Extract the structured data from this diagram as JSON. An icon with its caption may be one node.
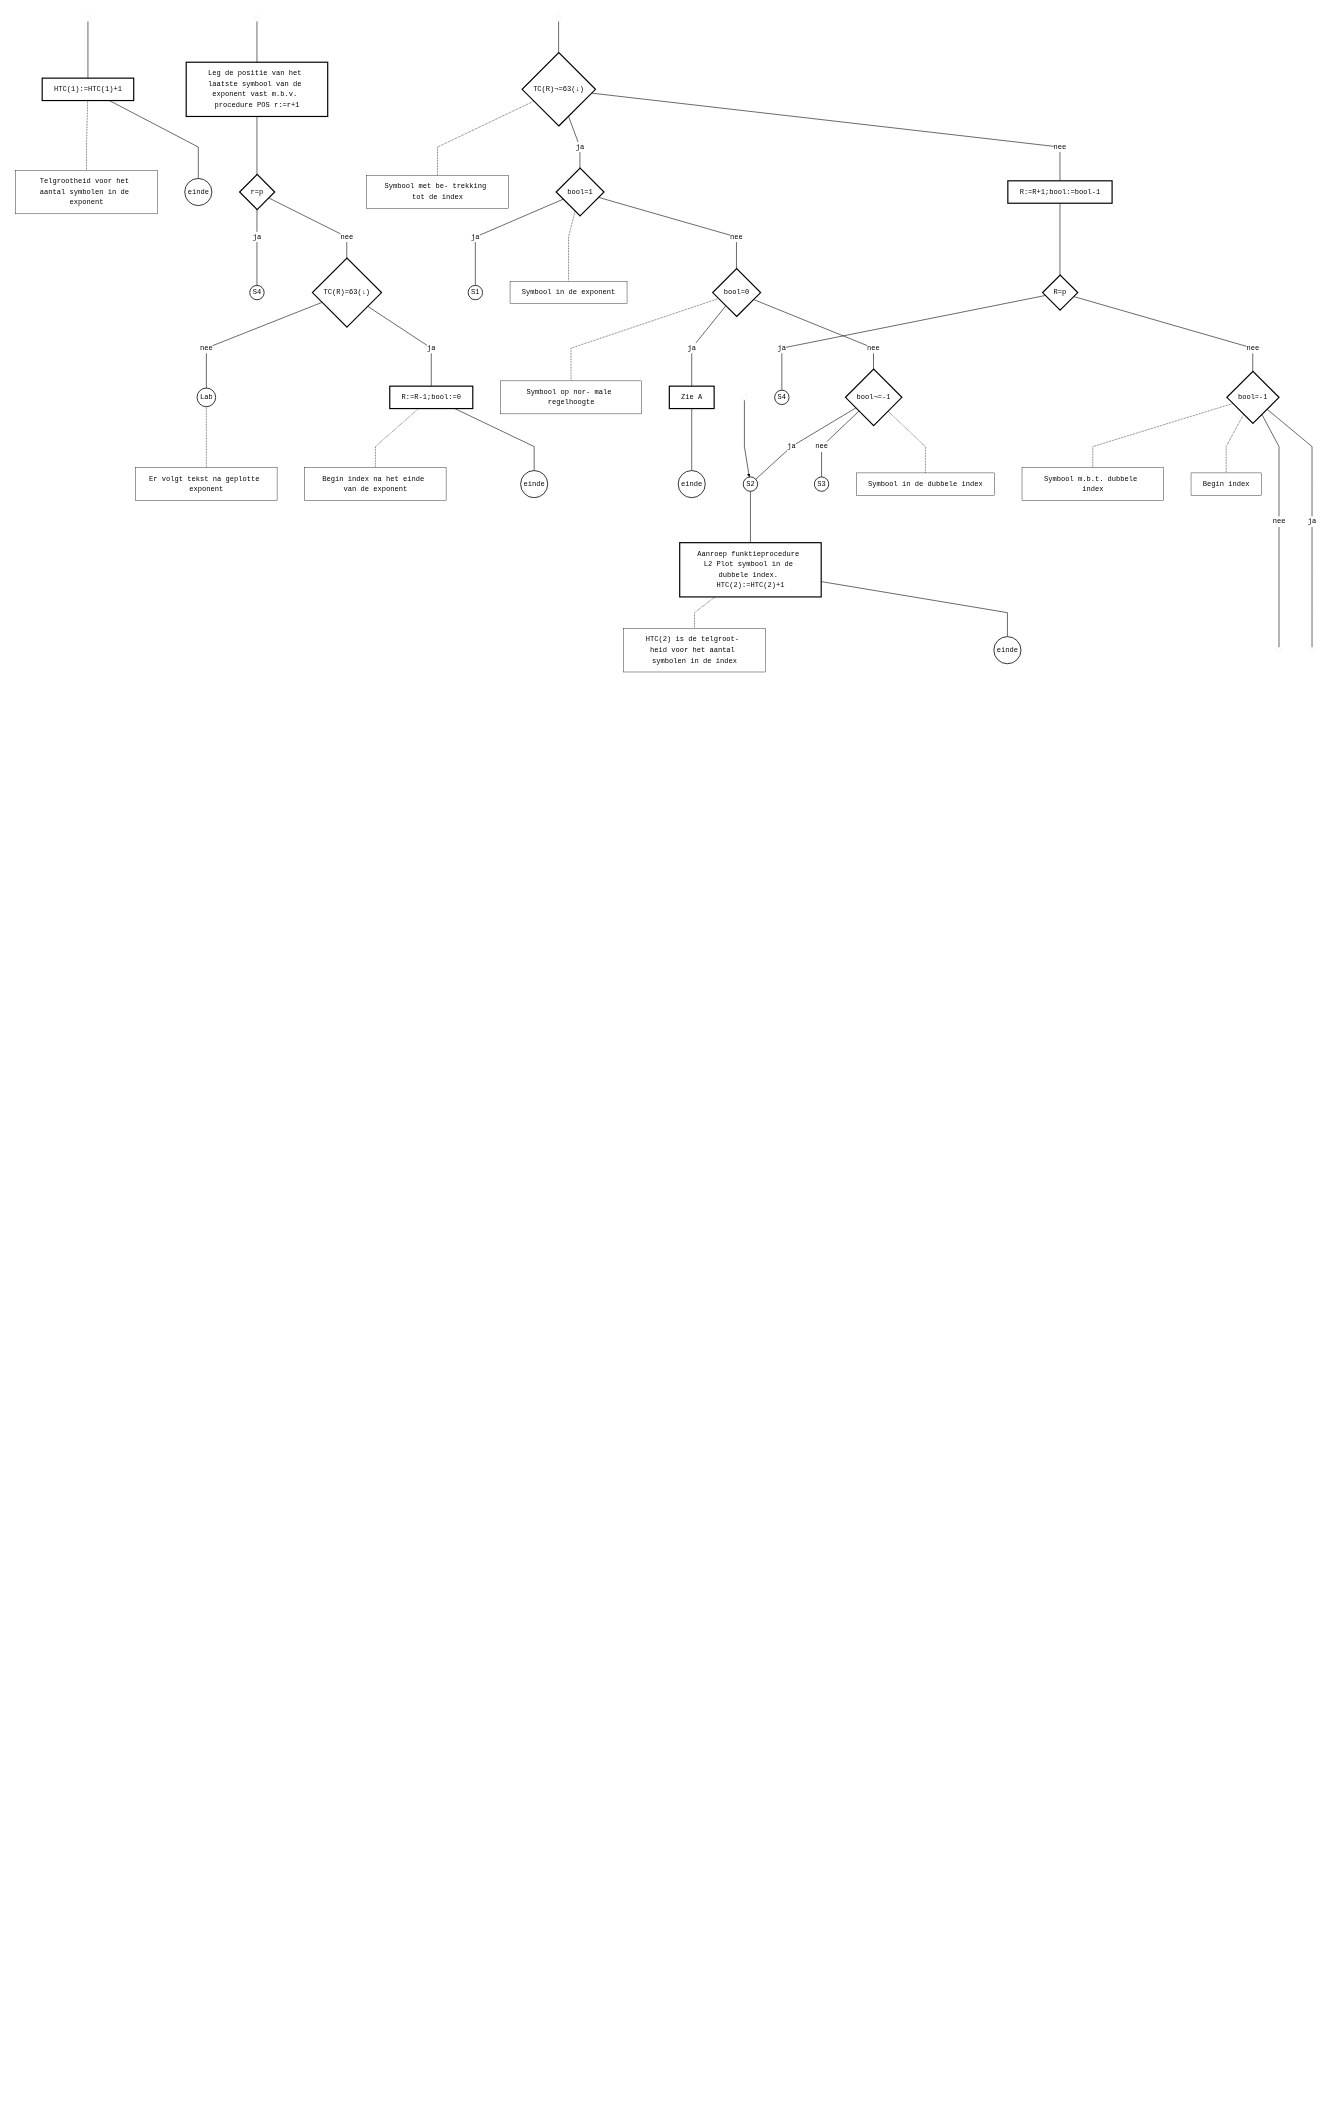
{
  "diagram": {
    "nodes": [
      {
        "text": [
          "HTC(1):=HTC(1)+1"
        ]
      },
      {
        "text": [
          "Telgrootheid voor het aantal symbolen in de exponent"
        ]
      },
      {
        "text": [
          "einde"
        ]
      },
      {
        "text": [
          "Leg de positie van het laatste symbool van de exponent vast m.b.v. procedure POS r:=r+1"
        ]
      },
      {
        "text": [
          "r=p"
        ]
      },
      {
        "text": [
          "S4"
        ]
      },
      {
        "text": [
          "Er volgt tekst na geplotte exponent"
        ]
      },
      {
        "text": [
          "TC(R)=63(↓)"
        ]
      },
      {
        "text": [
          "Lab"
        ]
      },
      {
        "text": [
          "Begin index na het einde van de exponent"
        ]
      },
      {
        "text": [
          "R:=R-1;bool:=0"
        ]
      },
      {
        "text": [
          "S1"
        ]
      },
      {
        "text": [
          "TC(R)¬=63(↓)"
        ]
      },
      {
        "text": [
          "Symbool met be- trekking tot de index"
        ]
      },
      {
        "text": [
          "einde"
        ]
      },
      {
        "text": [
          "bool=1"
        ]
      },
      {
        "text": [
          "Symbool in de exponent"
        ]
      },
      {
        "text": [
          "bool=0"
        ]
      },
      {
        "text": [
          "Symbool op nor- male regelhoogte"
        ]
      },
      {
        "text": [
          "Zie A"
        ]
      },
      {
        "text": [
          "bool¬=-1"
        ]
      },
      {
        "text": [
          "einde"
        ]
      },
      {
        "text": [
          "S2"
        ]
      },
      {
        "text": [
          "S3"
        ]
      },
      {
        "text": [
          "Symbool in de dubbele index"
        ]
      },
      {
        "text": [
          "Aanroep funktieprocedure L2 Plot symbool in de dubbele index. HTC(2):=HTC(2)+1"
        ]
      },
      {
        "text": [
          "HTC(2) is de telgroot- heid voor het aantal symbolen in de index"
        ]
      },
      {
        "text": [
          "R:=R+1;bool:=bool-1"
        ]
      },
      {
        "text": [
          "einde"
        ]
      },
      {
        "text": [
          "R=p"
        ]
      },
      {
        "text": [
          "Symbool m.b.t. dubbele index"
        ]
      },
      {
        "text": [
          "S4"
        ]
      },
      {
        "text": [
          "bool=-1"
        ]
      },
      {
        "text": [
          "Begin index"
        ]
      }
    ],
    "edges": [
      {
        "from": null,
        "to": 0,
        "arrow": "none"
      },
      {
        "from": 0,
        "to": 1,
        "arrow": "none",
        "style": "dashed"
      },
      {
        "from": 0,
        "to": 2,
        "arrow": "none"
      },
      {
        "from": null,
        "to": 3,
        "arrow": "none"
      },
      {
        "from": 3,
        "to": 4,
        "arrow": "none"
      },
      {
        "from": 4,
        "to": 7,
        "arrow": "none",
        "label": "nee"
      },
      {
        "from": 4,
        "to": 5,
        "arrow": "none",
        "label": "ja"
      },
      {
        "from": 7,
        "to": 8,
        "arrow": "none",
        "label": "nee"
      },
      {
        "from": 8,
        "to": 6,
        "arrow": "none",
        "style": "dashed"
      },
      {
        "from": 7,
        "to": 10,
        "arrow": "none",
        "label": "ja"
      },
      {
        "from": 10,
        "to": 9,
        "arrow": "none",
        "style": "dashed"
      },
      {
        "from": null,
        "to": 12,
        "arrow": "none"
      },
      {
        "from": 10,
        "to": 14,
        "arrow": "none"
      },
      {
        "from": 12,
        "to": 15,
        "arrow": "none",
        "label": "ja"
      },
      {
        "from": 12,
        "to": 27,
        "arrow": "none",
        "label": "nee"
      },
      {
        "from": 12,
        "to": 13,
        "arrow": "none",
        "style": "dashed"
      },
      {
        "from": 15,
        "to": 17,
        "arrow": "none",
        "label": "nee"
      },
      {
        "from": 15,
        "to": 11,
        "arrow": "none",
        "label": "ja"
      },
      {
        "from": 15,
        "to": 16,
        "arrow": "none",
        "style": "dashed"
      },
      {
        "from": 17,
        "to": 19,
        "arrow": "none",
        "label": "ja"
      },
      {
        "from": 17,
        "to": 20,
        "arrow": "none",
        "label": "nee"
      },
      {
        "from": 17,
        "to": 18,
        "arrow": "none",
        "style": "dashed"
      },
      {
        "from": 19,
        "to": 21,
        "arrow": "none"
      },
      {
        "from": 20,
        "to": 22,
        "arrow": "none",
        "label": "ja"
      },
      {
        "from": 20,
        "to": 23,
        "arrow": "none",
        "label": "nee"
      },
      {
        "from": 20,
        "to": 24,
        "arrow": "none",
        "style": "dashed"
      },
      {
        "from": null,
        "to": 22,
        "arrow": "to"
      },
      {
        "from": 22,
        "to": 25,
        "arrow": "none"
      },
      {
        "from": 25,
        "to": 26,
        "arrow": "none",
        "style": "dashed"
      },
      {
        "from": 25,
        "to": 28,
        "arrow": "none"
      },
      {
        "from": 27,
        "to": 29,
        "arrow": "none"
      },
      {
        "from": 29,
        "to": 31,
        "arrow": "none",
        "label": "ja"
      },
      {
        "from": 29,
        "to": 32,
        "arrow": "none",
        "label": "nee"
      },
      {
        "from": 32,
        "to": 30,
        "arrow": "none",
        "style": "dashed"
      },
      {
        "from": 32,
        "to": null,
        "arrow": "none",
        "label": "nee"
      },
      {
        "from": 32,
        "to": null,
        "arrow": "none",
        "label": "ja"
      },
      {
        "from": 32,
        "to": 33,
        "arrow": "none",
        "style": "dashed"
      }
    ]
  }
}
